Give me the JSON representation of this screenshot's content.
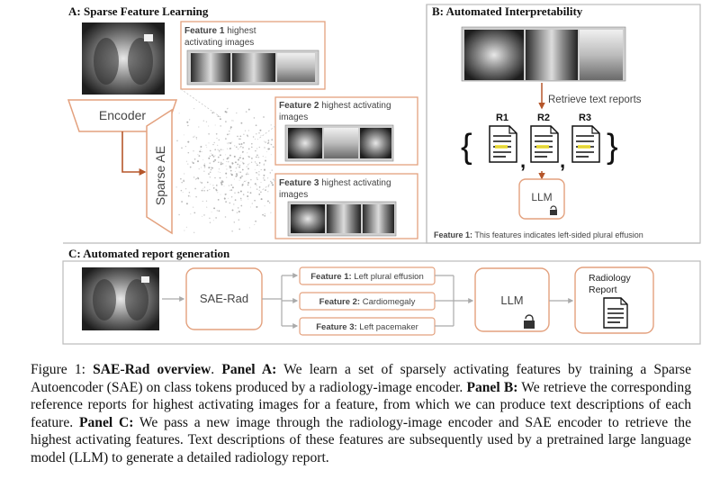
{
  "panel_a": {
    "title": "A: Sparse Feature Learning",
    "encoder_label": "Encoder",
    "sparse_ae_label": "Sparse AE",
    "features": [
      {
        "bold": "Feature 1",
        "text": " highest",
        "line2": "activating images"
      },
      {
        "bold": "Feature 2",
        "text": " highest activating",
        "line2": "images"
      },
      {
        "bold": "Feature 3",
        "text": " highest activating",
        "line2": "images"
      }
    ]
  },
  "panel_b": {
    "title": "B: Automated Interpretability",
    "retrieve_label": "Retrieve text reports",
    "reports": [
      "R1",
      "R2",
      "R3"
    ],
    "llm_label": "LLM",
    "result_bold": "Feature 1:",
    "result_text": " This features indicates left-sided plural effusion"
  },
  "panel_c": {
    "title": "C: Automated report generation",
    "sae_label": "SAE-Rad",
    "features": [
      {
        "bold": "Feature 1:",
        "text": " Left plural effusion"
      },
      {
        "bold": "Feature 2:",
        "text": " Cardiomegaly"
      },
      {
        "bold": "Feature 3:",
        "text": " Left pacemaker"
      }
    ],
    "llm_label": "LLM",
    "report_line1": "Radiology",
    "report_line2": "Report"
  },
  "caption": {
    "label": "Figure 1: ",
    "title_bold": "SAE-Rad overview",
    "s1": ".  ",
    "a_bold": "Panel A:",
    "a_text": " We learn a set of sparsely activating features by training a Sparse Autoencoder (SAE) on class tokens produced by a radiology-image encoder.  ",
    "b_bold": "Panel B:",
    "b_text": " We retrieve the corresponding reference reports for highest activating images for a feature, from which we can produce text descriptions of each feature.  ",
    "c_bold": "Panel C:",
    "c_text": " We pass a new image through the radiology-image encoder and SAE encoder to retrieve the highest activating features. Text descriptions of these features are subsequently used by a pretrained large language model (LLM) to generate a detailed radiology report."
  },
  "colors": {
    "accent": "#c8602b",
    "box_border": "#e3a17e",
    "panel_border": "#bbbbbb"
  }
}
